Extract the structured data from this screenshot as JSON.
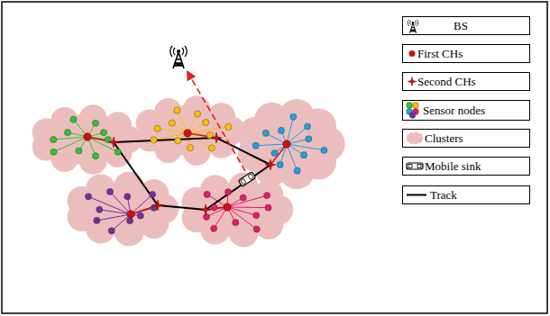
{
  "diagram": {
    "legend": [
      {
        "text": "BS"
      },
      {
        "text": "First CHs"
      },
      {
        "text": "Second CHs"
      },
      {
        "text": "Sensor nodes"
      },
      {
        "text": "Clusters"
      },
      {
        "text": "Mobile sink"
      },
      {
        "text": "Track"
      }
    ]
  }
}
